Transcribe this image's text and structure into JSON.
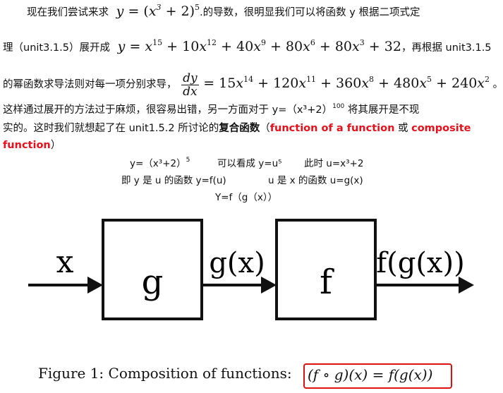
{
  "para1": {
    "line1_prefix": "现在我们尝试来求",
    "line1_suffix": ".的导数，很明显我们可以将函数 y 根据二项式定",
    "line2_prefix": "理（unit3.1.5）展开成",
    "line2_suffix": "，再根据 unit3.1.5",
    "line3_prefix": "的幂函数求导法则对每一项分别求导，",
    "line3_suffix": "。",
    "line4_prefix": "这样通过展开的方法过于麻烦，很容易出错，另一方面对于 y=（x³+2）",
    "line4_exp": "100",
    "line4_suffix": " 将其展开是不现",
    "line5_prefix": "实的。这时我们就想起了在 unit1.5.2 所讨论的",
    "line5_bold": "复合函数",
    "line5_open": "（",
    "line5_red1": "function of a function",
    "line5_or": " 或 ",
    "line5_red2": "composite",
    "line6_red": "function",
    "line6_close": "）"
  },
  "center_lines": {
    "l1a": "y=（x³+2）",
    "l1a_exp": "5",
    "l1b": "可以看成 y=u⁵",
    "l1c": "此时  u=x³+2",
    "l2a": "即 y 是 u 的函数 y=f(u)",
    "l2b": "u 是 x 的函数 u=g(x)",
    "l3": "Y=f（g（x））"
  },
  "diagram": {
    "input_label": "x",
    "box1_label": "g",
    "mid_label": "g(x)",
    "box2_label": "f",
    "output_label": "f(g(x))"
  },
  "caption": {
    "text": "Figure 1:  Composition of functions:",
    "formula": "(f ∘ g)(x) = f(g(x))",
    "highlight_color": "#dd1111"
  }
}
